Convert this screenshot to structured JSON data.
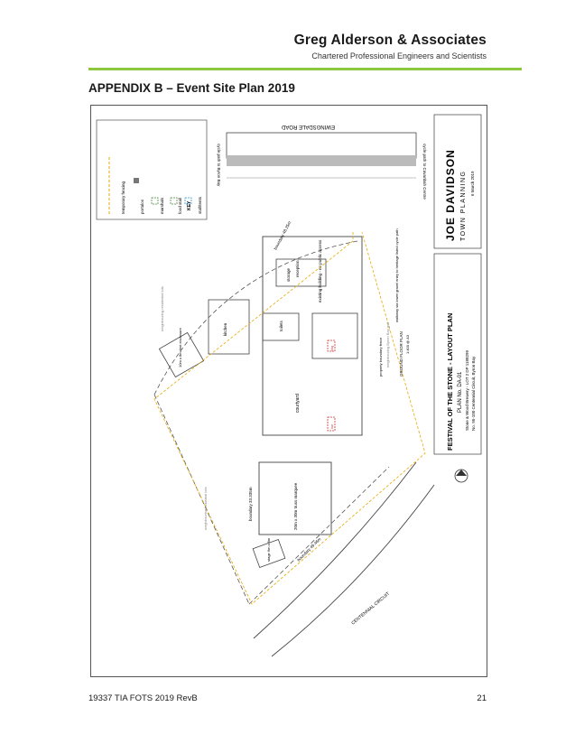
{
  "header": {
    "company": "Greg Alderson & Associates",
    "subtitle": "Chartered Professional Engineers and Scientists"
  },
  "page_title": "APPENDIX B – Event Site Plan 2019",
  "plan": {
    "key": {
      "title": "KEY",
      "items": [
        "temporary fencing",
        "portaloo",
        "marshals",
        "food stall",
        "stall/tents"
      ]
    },
    "roads": {
      "ewingsdale_road": "EWINGSDALE ROAD",
      "centennial_circuit": "CENTENNIAL CIRCUIT",
      "cycle_left": "cycle path to Byron Bay",
      "cycle_right": "cycle path to Cavanbah Centre"
    },
    "labels": {
      "boundary_top": "boundary 48.25m",
      "boundary_left": "boundary 33.335m",
      "boundary_bottom": "boundary 49.46m",
      "storage": "storage",
      "reception": "reception",
      "toilets": "toilets",
      "kitchen": "kitchen",
      "bar": "bar",
      "bbq": "bbq",
      "courtyard": "courtyard",
      "tent_10x8": "10m x 8m tent enclosure",
      "marquee": "20m x 30m truss marquee",
      "stage": "stage 6m x 8m",
      "existing_building": "existing building - no public access",
      "walkway": "walkway via lower gravel entry to heritage listed cycle path",
      "property_boundary": "property boundary fence",
      "ground_floor": "GROUND FLOOR PLAN",
      "scale": "1:400 @ A3",
      "neighbouring_1": "neighbouring residential lots",
      "neighbouring_2": "neighbouring industrial lots",
      "neighbouring_3": "neighbouring Byron Bay golf"
    },
    "title_block": {
      "project": "FESTIVAL OF THE STONE - LAYOUT PLAN",
      "plan_no": "PLAN No. DA-01",
      "client": "Stone & Wood Brewery - LOT 2 DP 1188299",
      "address": "No. 95-100 Centennial Circuit, Byron Bay",
      "firm": "JOE DAVIDSON",
      "firm_sub": "TOWN PLANNING",
      "date": "6 March 2019"
    }
  },
  "footer": {
    "doc_ref": "19337 TIA FOTS 2019 RevB",
    "page_number": "21"
  }
}
